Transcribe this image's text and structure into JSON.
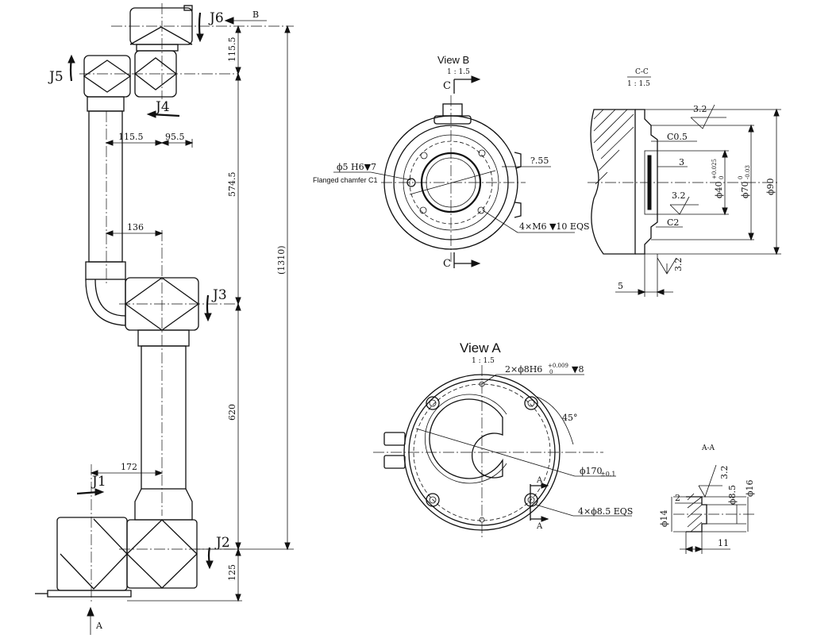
{
  "front_view": {
    "joint_labels": [
      "J1",
      "J2",
      "J3",
      "J4",
      "J5",
      "J6"
    ],
    "dims": {
      "d115_5_top": "115.5",
      "d574_5": "574.5",
      "d620": "620",
      "d125": "125",
      "d1310": "(1310)",
      "d115_5_h": "115.5",
      "d95_5": "95.5",
      "d136": "136",
      "d172": "172"
    },
    "view_arrow_b": "B",
    "view_arrow_a": "A"
  },
  "view_b": {
    "title": "View B",
    "scale": "1 : 1.5",
    "section_marker": "C",
    "callout_hole": "ϕ5 H6▼7",
    "callout_chamfer": "Flanged chamfer C1",
    "callout_angle": "?.55",
    "callout_screws": "4×M6 ▼10 EQS"
  },
  "section_cc": {
    "title": "C-C",
    "scale": "1 : 1.5",
    "rough_top": "3.2",
    "rough_mid": "3.2",
    "rough_bottom": "3.2",
    "chamfer_c05": "C0.5",
    "chamfer_c2": "C2",
    "dim_3": "3",
    "dim_5": "5",
    "dim_d40": "ϕ40",
    "dim_d40_tol_upper": "+0.025",
    "dim_d40_tol_lower": "0",
    "dim_d70": "ϕ70",
    "dim_d70_tol_upper": "0",
    "dim_d70_tol_lower": "-0.03",
    "dim_d90": "ϕ90"
  },
  "view_a": {
    "title": "View A",
    "scale": "1 : 1.5",
    "callout_pins": "2×ϕ8H6",
    "callout_pins_tol_upper": "+0.009",
    "callout_pins_tol_lower": "0",
    "callout_pins_depth": "▼8",
    "angle": "45°",
    "callout_pcd": "ϕ170",
    "callout_pcd_tol": "±0.1",
    "callout_holes": "4×ϕ8.5 EQS",
    "section_marker": "A"
  },
  "section_aa": {
    "title": "A-A",
    "rough": "3.2",
    "dim_2": "2",
    "dim_d8_5": "ϕ8.5",
    "dim_d16": "ϕ16",
    "dim_d14": "ϕ14",
    "dim_11": "11"
  }
}
